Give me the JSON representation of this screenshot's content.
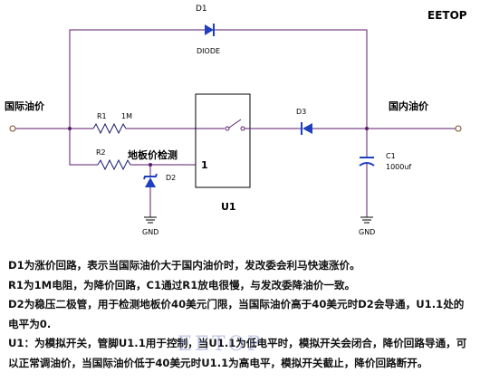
{
  "brand": "EETOP",
  "watermark": "EETOP",
  "labels": {
    "d1": "D1",
    "d1_type": "DIODE",
    "in_port": "国际油价",
    "out_port": "国内油价",
    "r1": "R1",
    "r1_value": "1M",
    "r2": "R2",
    "floor_detect": "地板价检测",
    "d2": "D2",
    "d3": "D3",
    "pin1": "1",
    "u1": "U1",
    "c1": "C1",
    "c1_value": "1000uf",
    "gnd_left": "GND",
    "gnd_right": "GND"
  },
  "notes": [
    "D1为涨价回路，表示当国际油价大于国内油价时，发改委会利马快速涨价。",
    "R1为1M电阻，为降价回路，C1通过R1放电很慢，与发改委降油价一致。",
    "D2为稳压二极管，用于检测地板价40美元门限，当国际油价高于40美元时D2会导通，U1.1处的",
    "电平为0.",
    "U1：为模拟开关，管脚U1.1用于控制，当U1.1为低电平时，模拟开关会闭合，降价回路导通，可",
    "以正常调油价，当国际油价低于40美元时U1.1为高电平，模拟开关截止，降价回路断开。"
  ]
}
